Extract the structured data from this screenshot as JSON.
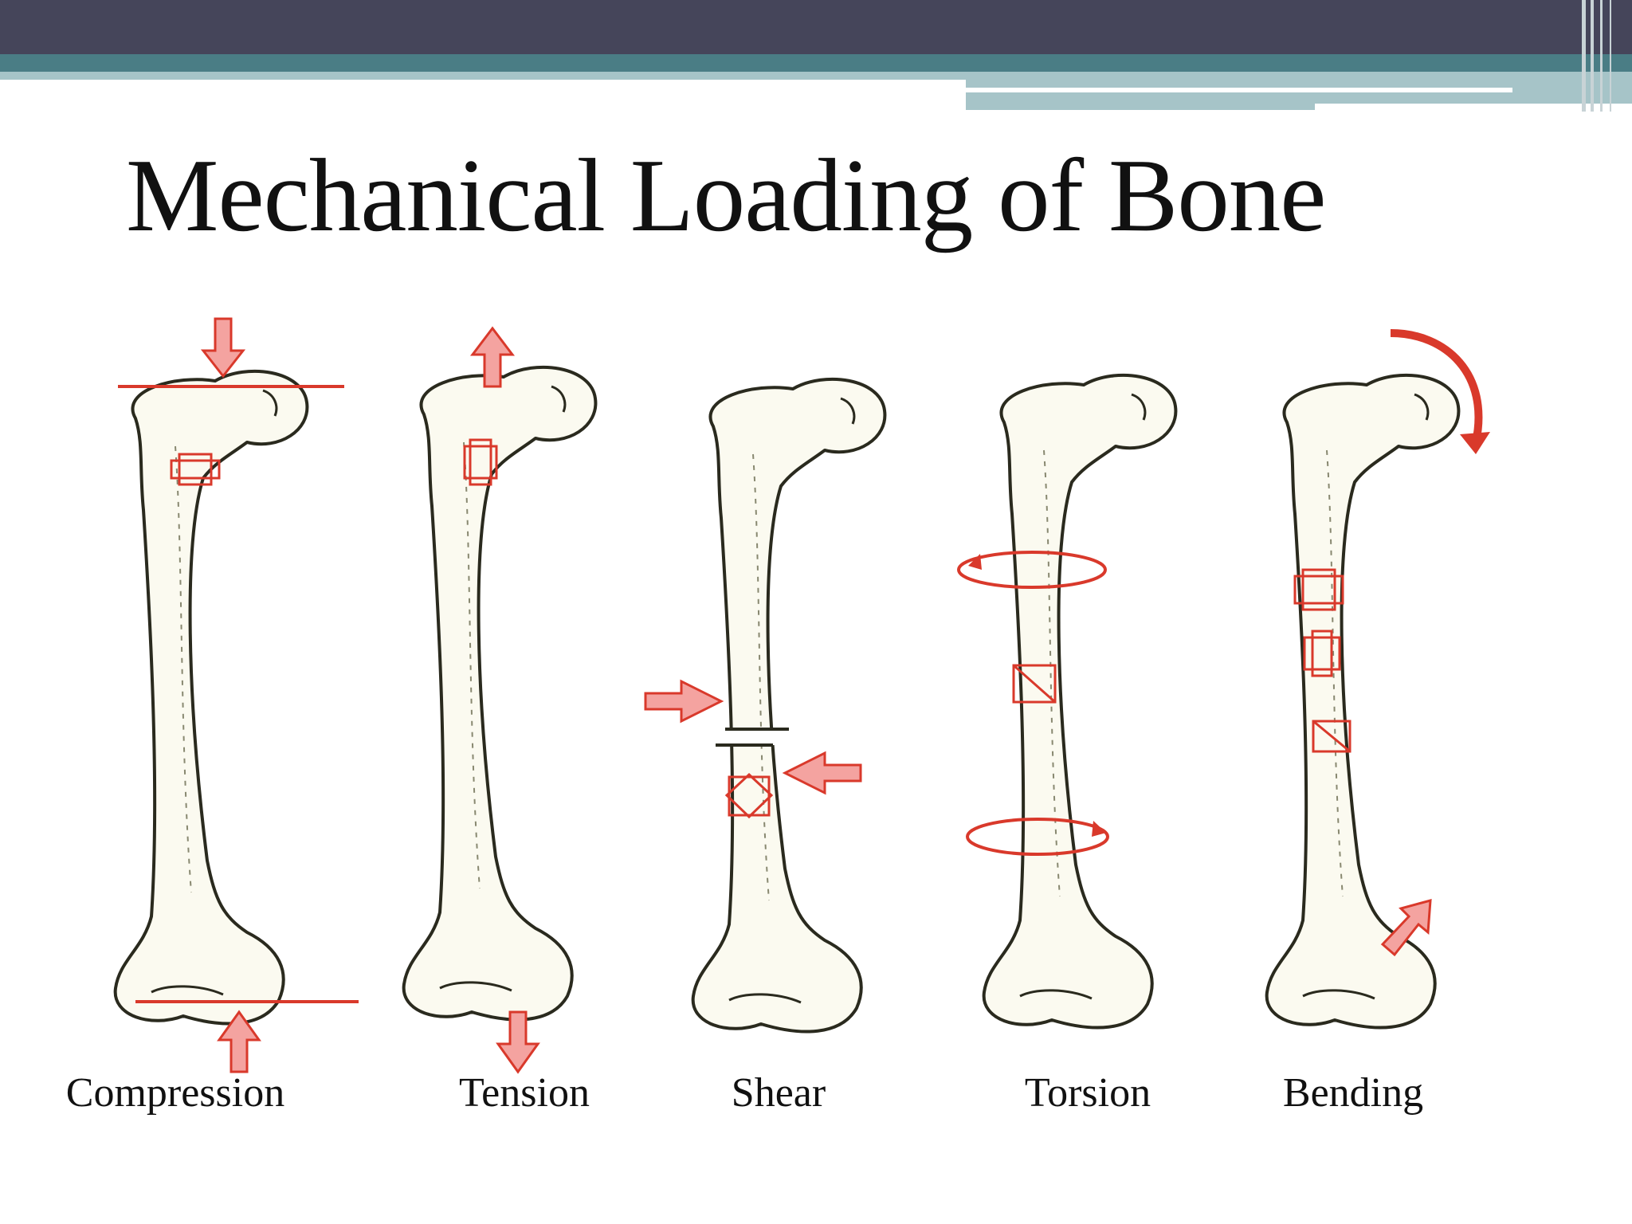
{
  "slide": {
    "title": "Mechanical Loading of Bone",
    "colors": {
      "header_dark": "#45455a",
      "header_teal": "#4a7d85",
      "header_light": "#a6c4c8",
      "bone_fill": "#fbfaf0",
      "bone_outline": "#2a2a1e",
      "arrow_fill": "#f4a3a0",
      "arrow_stroke": "#d9392b",
      "load_line": "#d9392b"
    }
  },
  "panels": [
    {
      "label": "Compression",
      "icons": [
        "down-arrow-icon",
        "up-arrow-icon"
      ]
    },
    {
      "label": "Tension",
      "icons": [
        "up-arrow-icon",
        "down-arrow-icon"
      ]
    },
    {
      "label": "Shear",
      "icons": [
        "right-arrow-icon",
        "left-arrow-icon"
      ]
    },
    {
      "label": "Torsion",
      "icons": [
        "rotation-arrow-icon",
        "rotation-arrow-icon"
      ]
    },
    {
      "label": "Bending",
      "icons": [
        "curved-arrow-icon",
        "diagonal-arrow-icon"
      ]
    }
  ]
}
